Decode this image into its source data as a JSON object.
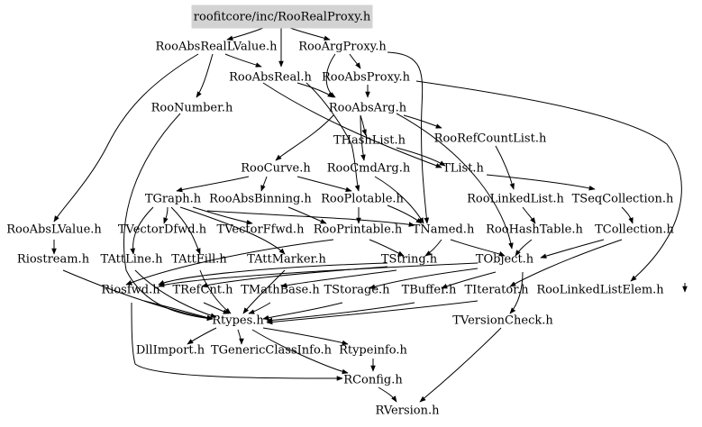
{
  "graph": {
    "root": "roofitcore/inc/RooRealProxy.h",
    "nodes": {
      "RooAbsRealLValue": "RooAbsRealLValue.h",
      "RooArgProxy": "RooArgProxy.h",
      "RooAbsReal": "RooAbsReal.h",
      "RooAbsProxy": "RooAbsProxy.h",
      "RooNumber": "RooNumber.h",
      "RooAbsArg": "RooAbsArg.h",
      "THashList": "THashList.h",
      "RooRefCountList": "RooRefCountList.h",
      "RooCurve": "RooCurve.h",
      "RooCmdArg": "RooCmdArg.h",
      "TList": "TList.h",
      "TGraph": "TGraph.h",
      "RooAbsBinning": "RooAbsBinning.h",
      "RooPlotable": "RooPlotable.h",
      "RooLinkedList": "RooLinkedList.h",
      "TSeqCollection": "TSeqCollection.h",
      "RooAbsLValue": "RooAbsLValue.h",
      "TVectorDfwd": "TVectorDfwd.h",
      "TVectorFfwd": "TVectorFfwd.h",
      "RooPrintable": "RooPrintable.h",
      "TNamed": "TNamed.h",
      "RooHashTable": "RooHashTable.h",
      "TCollection": "TCollection.h",
      "Riostream": "Riostream.h",
      "TAttLine": "TAttLine.h",
      "TAttFill": "TAttFill.h",
      "TAttMarker": "TAttMarker.h",
      "TString": "TString.h",
      "TObject": "TObject.h",
      "Riosfwd": "Riosfwd.h",
      "TRefCnt": "TRefCnt.h",
      "TMathBase": "TMathBase.h",
      "TStorage": "TStorage.h",
      "TBuffer": "TBuffer.h",
      "TIterator": "TIterator.h",
      "RooLinkedListElem": "RooLinkedListElem.h",
      "Rtypes": "Rtypes.h",
      "TVersionCheck": "TVersionCheck.h",
      "DllImport": "DllImport.h",
      "TGenericClassInfo": "TGenericClassInfo.h",
      "Rtypeinfo": "Rtypeinfo.h",
      "RConfig": "RConfig.h",
      "RVersion": "RVersion.h"
    }
  }
}
